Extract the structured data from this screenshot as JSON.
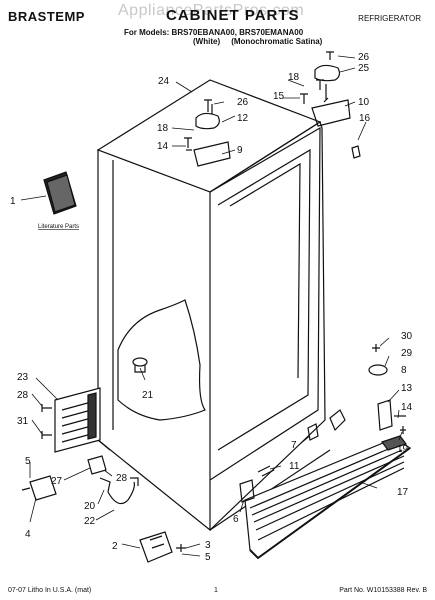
{
  "header": {
    "brand": "BRASTEMP",
    "title": "CABINET PARTS",
    "product": "REFRIGERATOR",
    "models_line": "For Models: BRS70EBANA00, BRS70EMANA00",
    "variants_line": "(White)     (Monochromatic Satina)",
    "watermark": "AppliancePartsPros.com"
  },
  "footer": {
    "left": "07-07 Litho In U.S.A. (mat)",
    "page": "1",
    "right": "Part No. W10153388 Rev. B"
  },
  "literature_label": "Literature Parts",
  "callouts": [
    "1",
    "2",
    "3",
    "4",
    "5",
    "6",
    "7",
    "8",
    "9",
    "10",
    "11",
    "12",
    "13",
    "14",
    "15",
    "15",
    "16",
    "17",
    "18",
    "18",
    "19",
    "20",
    "21",
    "22",
    "23",
    "24",
    "25",
    "26",
    "26",
    "27",
    "28",
    "28",
    "29",
    "30",
    "31"
  ]
}
